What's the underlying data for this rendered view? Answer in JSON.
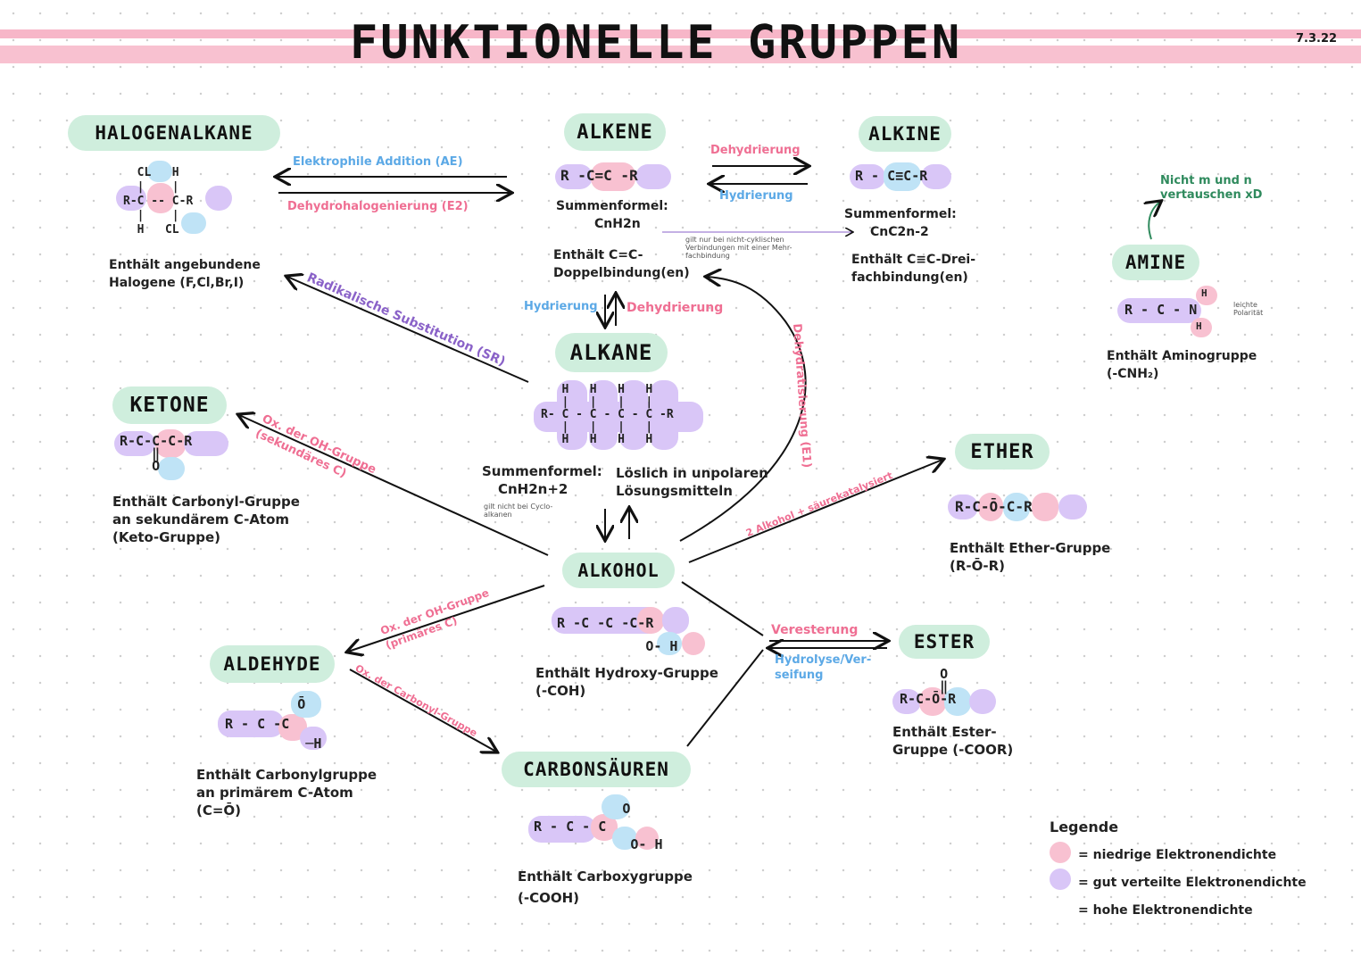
{
  "title": "FUNKTIONELLE GRUPPEN",
  "date": "7.3.22",
  "colors": {
    "pill": "#cfeedd",
    "pink": "#ef6f93",
    "blue": "#5ca9e6",
    "purple": "#8a62c8",
    "band": "#f7b6c8",
    "low_density": "#f8c1d1",
    "mid_density": "#d9c6f7",
    "high_density": "#bfe3f6"
  },
  "groups": {
    "halogenalkane": {
      "name": "HALOGENALKANE",
      "desc": "Enthält angebundene\nHalogene (F,Cl,Br,I)"
    },
    "alkene": {
      "name": "ALKENE",
      "formula_label": "Summenformel:",
      "formula": "CnH2n",
      "desc": "Enthält C=C-\nDoppelbindung(en)"
    },
    "alkine": {
      "name": "ALKINE",
      "formula_label": "Summenformel:",
      "formula": "CnC2n-2",
      "desc": "Enthält C≡C-Drei-\nfachbindung(en)"
    },
    "alkane": {
      "name": "ALKANE",
      "formula_label": "Summenformel:",
      "formula": "CnH2n+2",
      "note": "gilt nicht bei Cyclo-\nalkanen",
      "desc": "Löslich in unpolaren\nLösungsmitteln"
    },
    "amine": {
      "name": "AMINE",
      "desc": "Enthält Aminogruppe\n(-CNH₂)",
      "note": "Nicht m und n\nvertauschen xD",
      "polarity": "leichte\nPolarität"
    },
    "ketone": {
      "name": "KETONE",
      "desc": "Enthält Carbonyl-Gruppe\nan sekundärem C-Atom\n(Keto-Gruppe)"
    },
    "ether": {
      "name": "ETHER",
      "desc": "Enthält Ether-Gruppe\n(R-Ō-R)"
    },
    "alkohol": {
      "name": "ALKOHOL",
      "desc": "Enthält Hydroxy-Gruppe\n(-COH)"
    },
    "aldehyde": {
      "name": "ALDEHYDE",
      "desc": "Enthält Carbonylgruppe\nan primärem C-Atom\n(C=Ō)"
    },
    "ester": {
      "name": "ESTER",
      "desc": "Enthält Ester-\nGruppe (-COOR)"
    },
    "carbonsaeuren": {
      "name": "CARBONSÄUREN",
      "desc": "Enthält Carboxygruppe\n(-COOH)"
    }
  },
  "reactions": {
    "elektrophile_addition": "Elektrophile Addition (AE)",
    "dehydrohalogenierung": "Dehydrohalogenierung (E2)",
    "dehydrierung_top": "Dehydrierung",
    "hydrierung_top": "Hydrierung",
    "mehrfach_note": "gilt nur bei nicht-cyklischen\nVerbindungen mit einer Mehr-\nfachbindung",
    "hydrierung_mid": "Hydrierung",
    "dehydrierung_mid": "Dehydrierung",
    "radikalische_substitution": "Radikalische Substitution (SR)",
    "dehydratisierung": "Dehydratisierung (E1)",
    "ox_sekundaer": "Ox. der OH-Gruppe\n(sekundäres C)",
    "ox_primaer": "Ox. der OH-Gruppe\n(primäres C)",
    "ox_carbonyl": "Ox. der Carbonyl-Gruppe",
    "alkohol_ether": "2 Alkohol + säurekatalysiert",
    "veresterung": "Veresterung",
    "hydrolyse": "Hydrolyse/Ver-\nseifung"
  },
  "legend": {
    "title": "Legende",
    "items": [
      "= niedrige Elektronendichte",
      "= gut verteilte Elektronendichte",
      "= hohe Elektronendichte"
    ]
  }
}
